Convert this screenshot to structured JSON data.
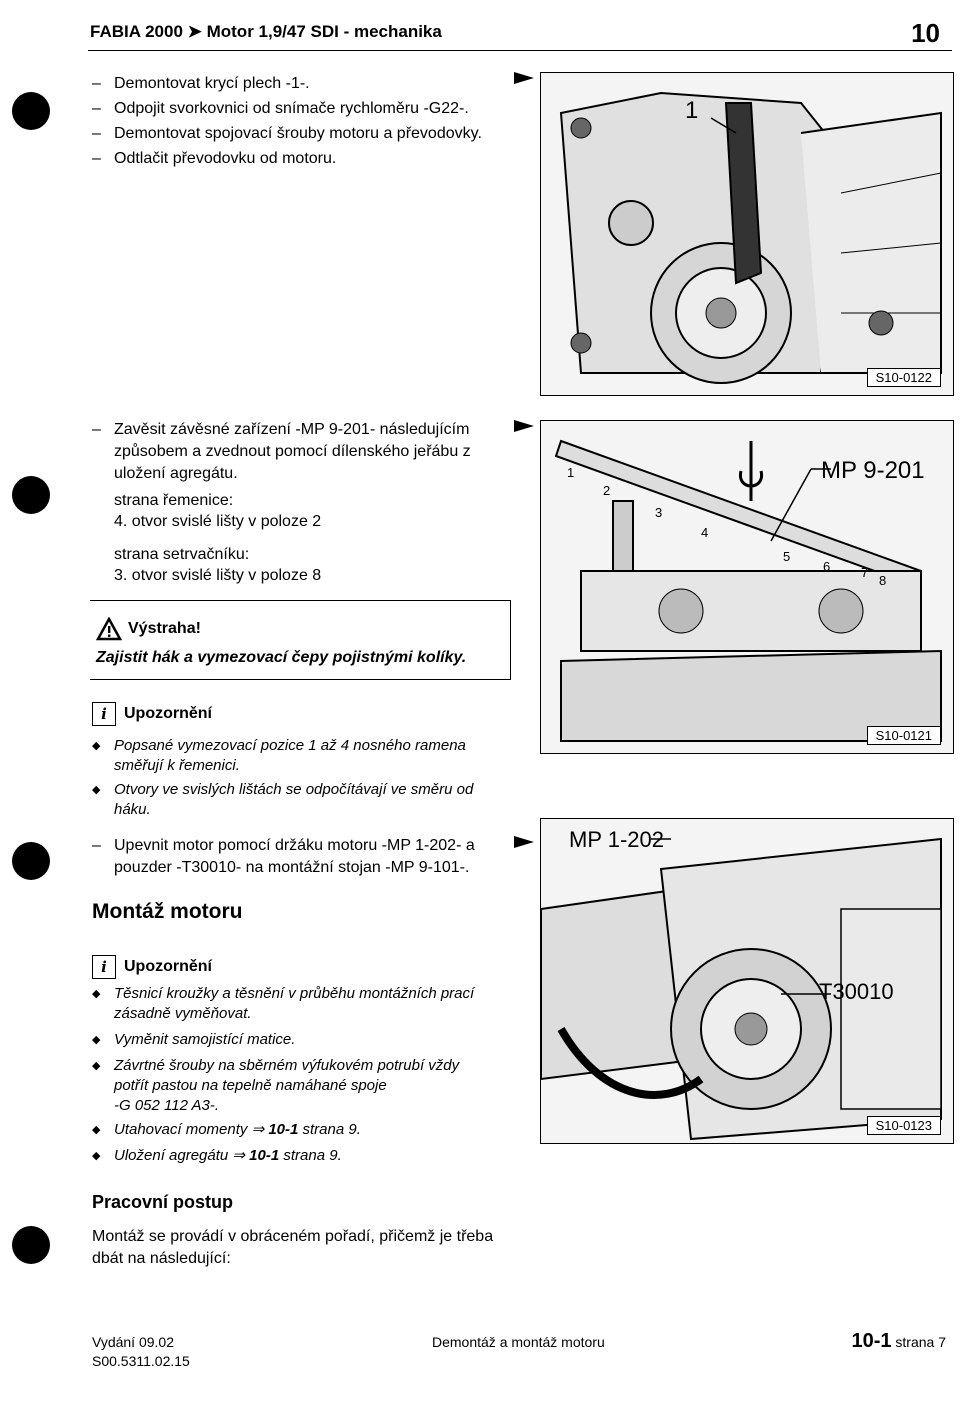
{
  "header": {
    "title": "FABIA 2000 ➤ Motor 1,9/47 SDI - mechanika",
    "page_group": "10"
  },
  "section1": {
    "steps": [
      "Demontovat krycí plech -1-.",
      "Odpojit svorkovnici od snímače rychloměru -G22-.",
      "Demontovat spojovací šrouby motoru a převodovky.",
      "Odtlačit převodovku od motoru."
    ]
  },
  "fig1": {
    "label": "S10-0122",
    "callout": "1"
  },
  "section2": {
    "step": [
      "Zavěsit závěsné zařízení -MP 9-201- následujícím",
      "způsobem a zvednout pomocí dílenského jeřábu z",
      "uložení agregátu."
    ],
    "side1_title": "strana řemenice:",
    "side1_text": "4. otvor svislé lišty v poloze 2",
    "side2_title": "strana setrvačníku:",
    "side2_text": "3. otvor svislé lišty v poloze 8"
  },
  "fig2": {
    "label": "S10-0121",
    "tool": "MP 9-201",
    "numbers": [
      "1",
      "2",
      "3",
      "4",
      "5",
      "6",
      "7",
      "8"
    ]
  },
  "warning": {
    "title": "Výstraha!",
    "text": "Zajistit hák a vymezovací čepy pojistnými kolíky."
  },
  "note1": {
    "title": "Upozornění",
    "bullets": [
      [
        "Popsané vymezovací pozice 1 až 4 nosného ramena",
        "směřují k řemenici."
      ],
      [
        "Otvory ve svislých lištách se odpočítávají ve směru od",
        "háku."
      ]
    ]
  },
  "section3": {
    "step": [
      "Upevnit motor pomocí držáku motoru -MP 1-202- a",
      "pouzder -T30010- na montážní stojan -MP 9-101-."
    ]
  },
  "fig3": {
    "label": "S10-0123",
    "tool1": "MP 1-202",
    "tool2": "T30010"
  },
  "assembly": {
    "heading": "Montáž motoru",
    "note_title": "Upozornění",
    "bullets": [
      [
        "Těsnicí kroužky a těsnění v průběhu montážních prací",
        "zásadně vyměňovat."
      ],
      [
        "Vyměnit samojistící matice."
      ],
      [
        "Závrtné šrouby na sběrném výfukovém potrubí vždy",
        "potřít pastou na tepelně namáhané spoje",
        "-G 052 112 A3-."
      ]
    ],
    "ref1": {
      "text": "Utahovací momenty",
      "arrow": "⇒",
      "bold": "10-1",
      "rest": "strana 9."
    },
    "ref2": {
      "text": "Uložení agregátu",
      "arrow": "⇒",
      "bold": "10-1",
      "rest": "strana 9."
    }
  },
  "procedure": {
    "heading": "Pracovní postup",
    "text": [
      "Montáž se provádí v obráceném pořadí, přičemž je třeba",
      "dbát na následující:"
    ]
  },
  "footer": {
    "edition": "Vydání 09.02",
    "code": "S00.5311.02.15",
    "center": "Demontáž a montáž motoru",
    "page_bold": "10-1",
    "page_rest": "strana 7"
  }
}
